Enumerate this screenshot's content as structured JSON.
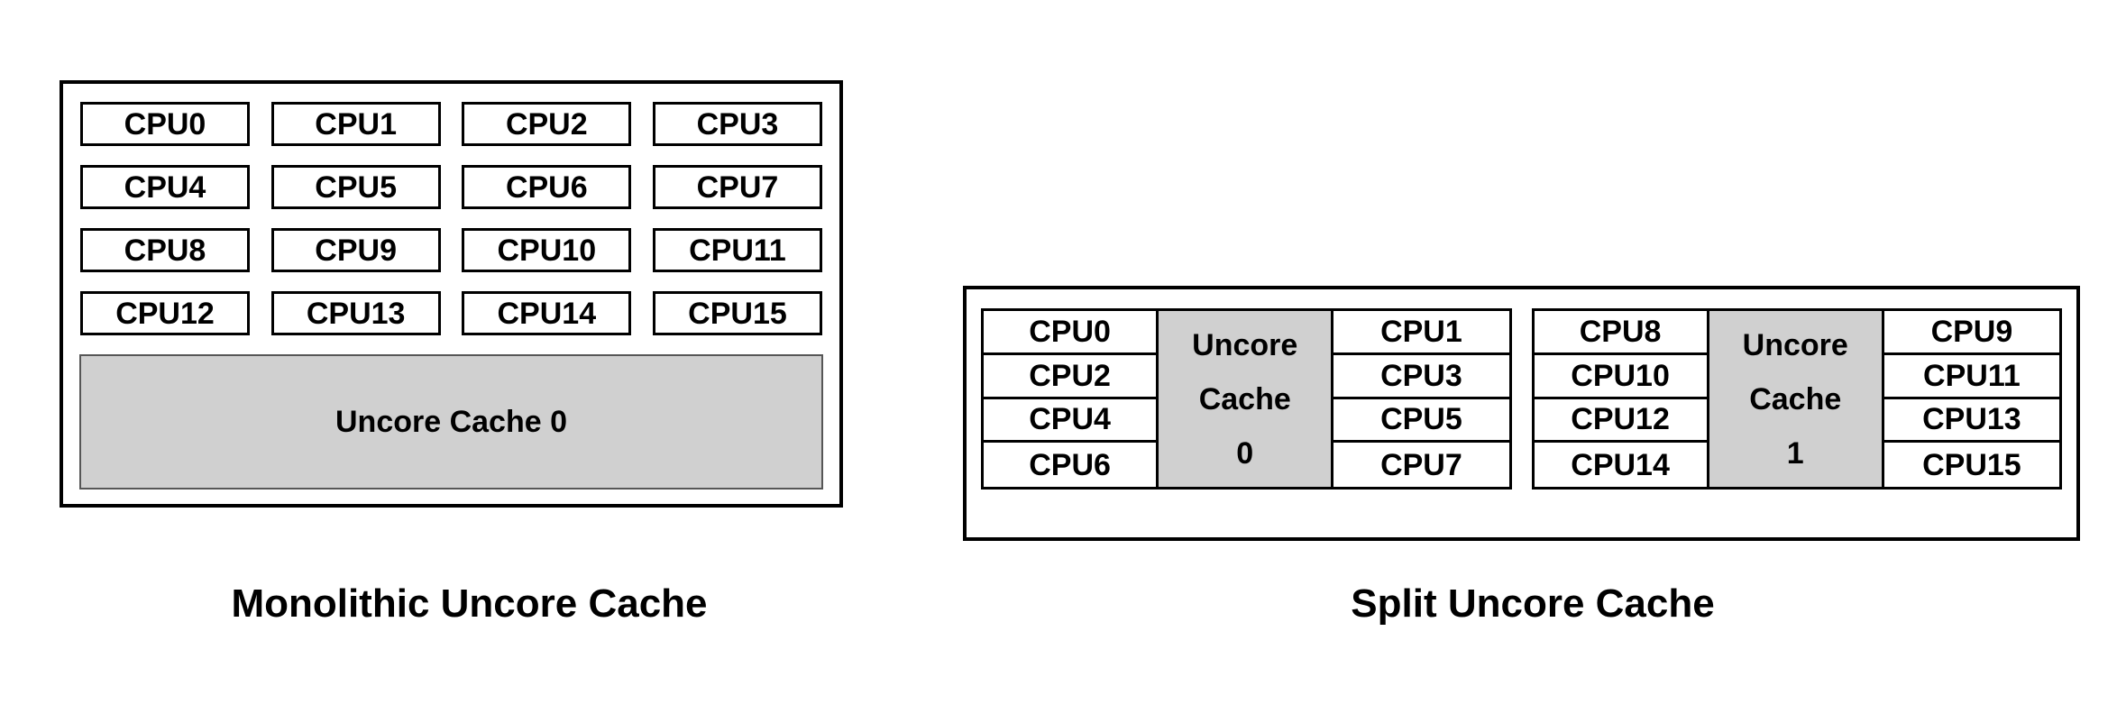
{
  "colors": {
    "background": "#ffffff",
    "border": "#000000",
    "text": "#000000",
    "cache_fill": "#d0d0d0"
  },
  "monolithic": {
    "caption": "Monolithic Uncore Cache",
    "cache_label": "Uncore Cache 0",
    "cpus": [
      "CPU0",
      "CPU1",
      "CPU2",
      "CPU3",
      "CPU4",
      "CPU5",
      "CPU6",
      "CPU7",
      "CPU8",
      "CPU9",
      "CPU10",
      "CPU11",
      "CPU12",
      "CPU13",
      "CPU14",
      "CPU15"
    ]
  },
  "split": {
    "caption": "Split Uncore Cache",
    "groups": [
      {
        "left_cpus": [
          "CPU0",
          "CPU2",
          "CPU4",
          "CPU6"
        ],
        "cache_lines": [
          "Uncore",
          "Cache",
          "0"
        ],
        "right_cpus": [
          "CPU1",
          "CPU3",
          "CPU5",
          "CPU7"
        ]
      },
      {
        "left_cpus": [
          "CPU8",
          "CPU10",
          "CPU12",
          "CPU14"
        ],
        "cache_lines": [
          "Uncore",
          "Cache",
          "1"
        ],
        "right_cpus": [
          "CPU9",
          "CPU11",
          "CPU13",
          "CPU15"
        ]
      }
    ]
  }
}
